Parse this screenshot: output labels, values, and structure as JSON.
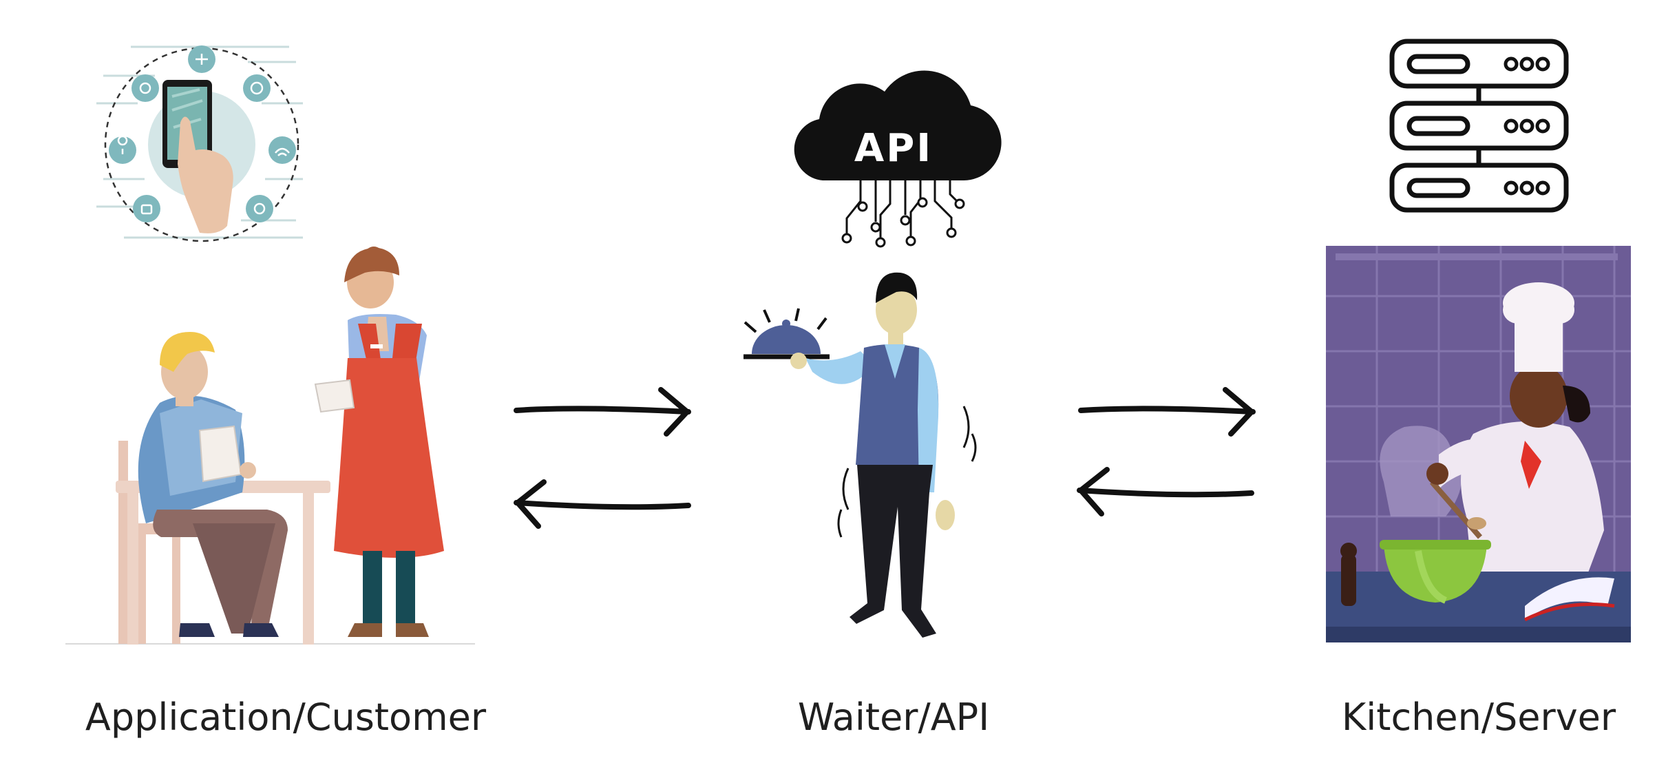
{
  "api_badge": "API",
  "labels": {
    "customer": "Application/Customer",
    "waiter": "Waiter/API",
    "kitchen": "Kitchen/Server"
  },
  "icons": {
    "phone": "phone-app-icon",
    "cloud": "cloud-api-icon",
    "server": "server-rack-icon"
  },
  "colors": {
    "teal": "#7fb8bd",
    "phone_screen": "#7ab5b0",
    "apron": "#e0503a",
    "vest": "#4e5f97",
    "kitchen_bg": "#6c5c96",
    "pot": "#8cc63f",
    "ink": "#111111"
  }
}
